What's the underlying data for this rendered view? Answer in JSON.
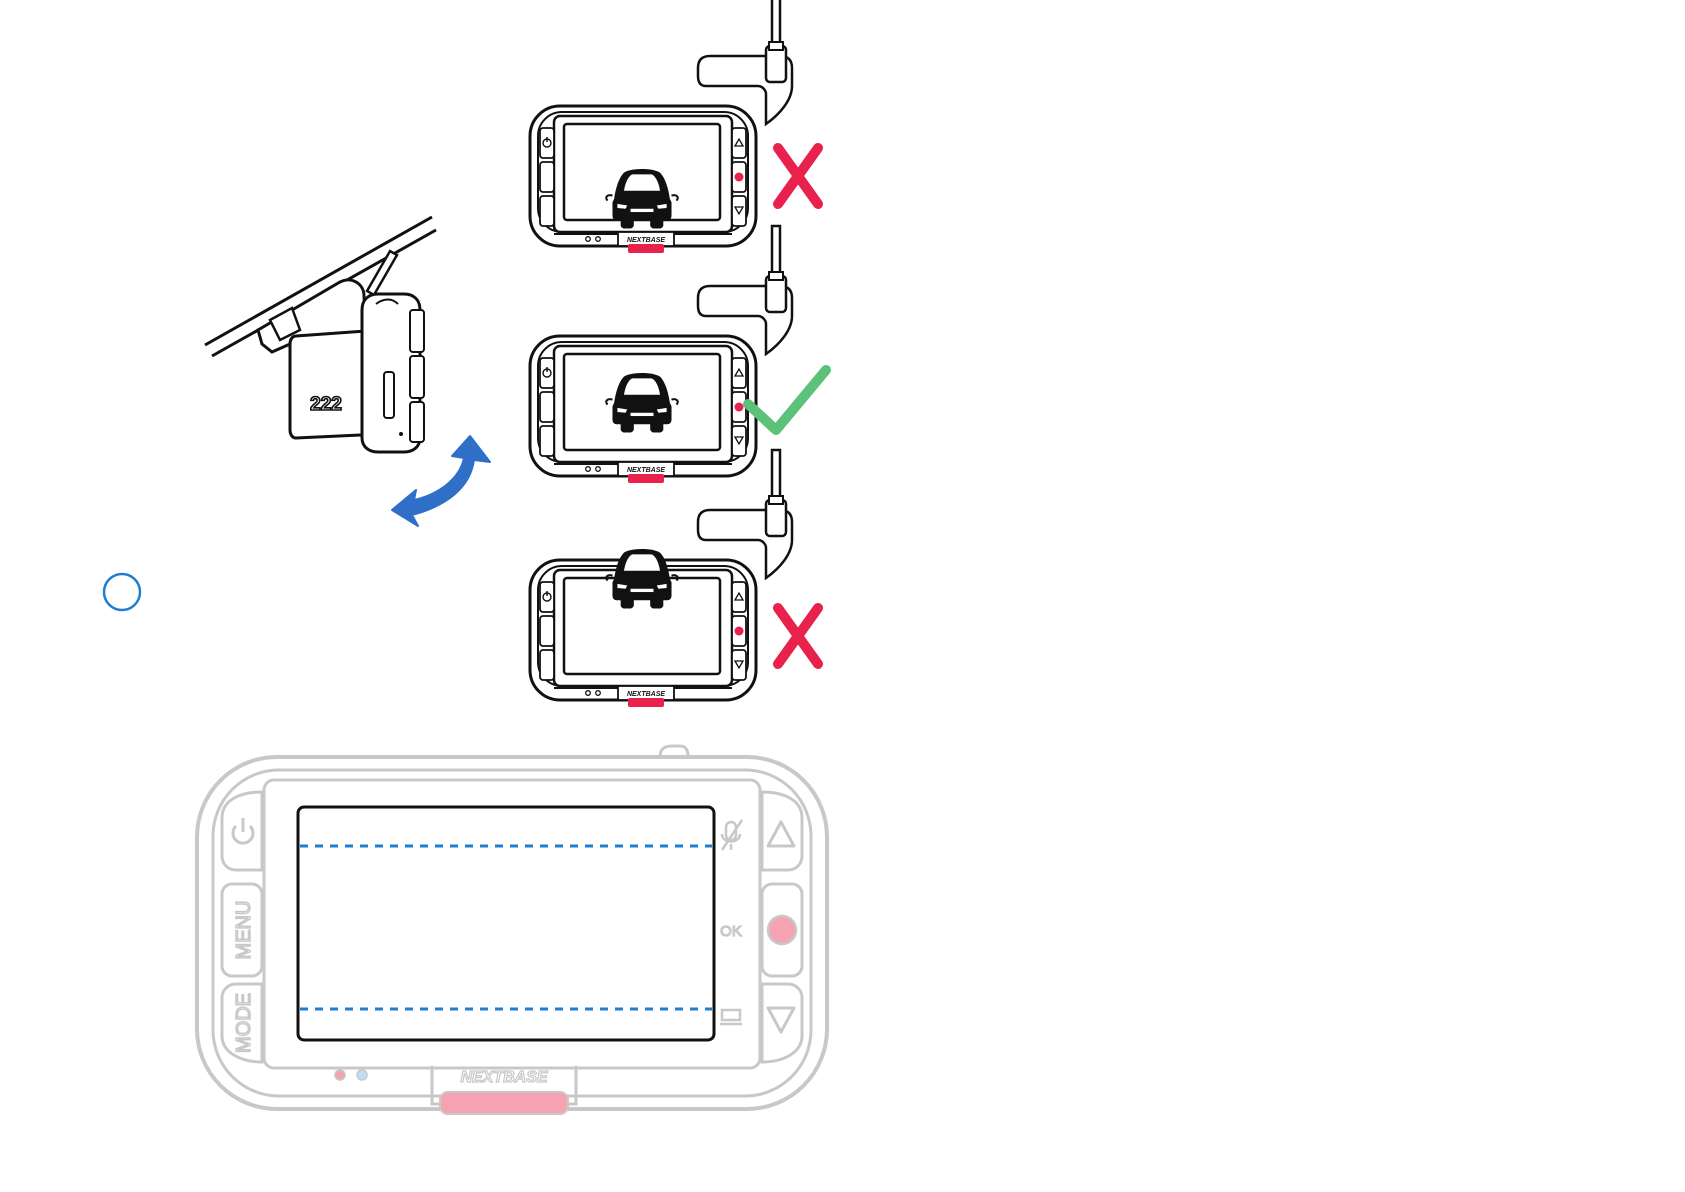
{
  "side_camera": {
    "model_label": "222"
  },
  "small_cameras": [
    {
      "brand_label": "NEXTBASE",
      "position": "car-low",
      "verdict": "incorrect"
    },
    {
      "brand_label": "NEXTBASE",
      "position": "car-centered",
      "verdict": "correct"
    },
    {
      "brand_label": "NEXTBASE",
      "position": "car-high",
      "verdict": "incorrect"
    }
  ],
  "large_camera": {
    "menu_label": "MENU",
    "mode_label": "MODE",
    "ok_label": "OK",
    "brand_label": "NEXTBASE"
  },
  "colors": {
    "cross": "#E8224C",
    "tick": "#5CC27A",
    "arrow": "#2F6FC8",
    "guide": "#1E7FD0",
    "record": "#E8224C",
    "faded_outline": "#C8C8C8",
    "faded_record": "#F5A3B3"
  },
  "icons": [
    "power-icon",
    "up-triangle-icon",
    "down-triangle-icon",
    "record-dot-icon",
    "mic-muted-icon",
    "screen-icon",
    "cross-icon",
    "tick-icon",
    "rotate-arrow-icon",
    "step-circle-icon"
  ]
}
